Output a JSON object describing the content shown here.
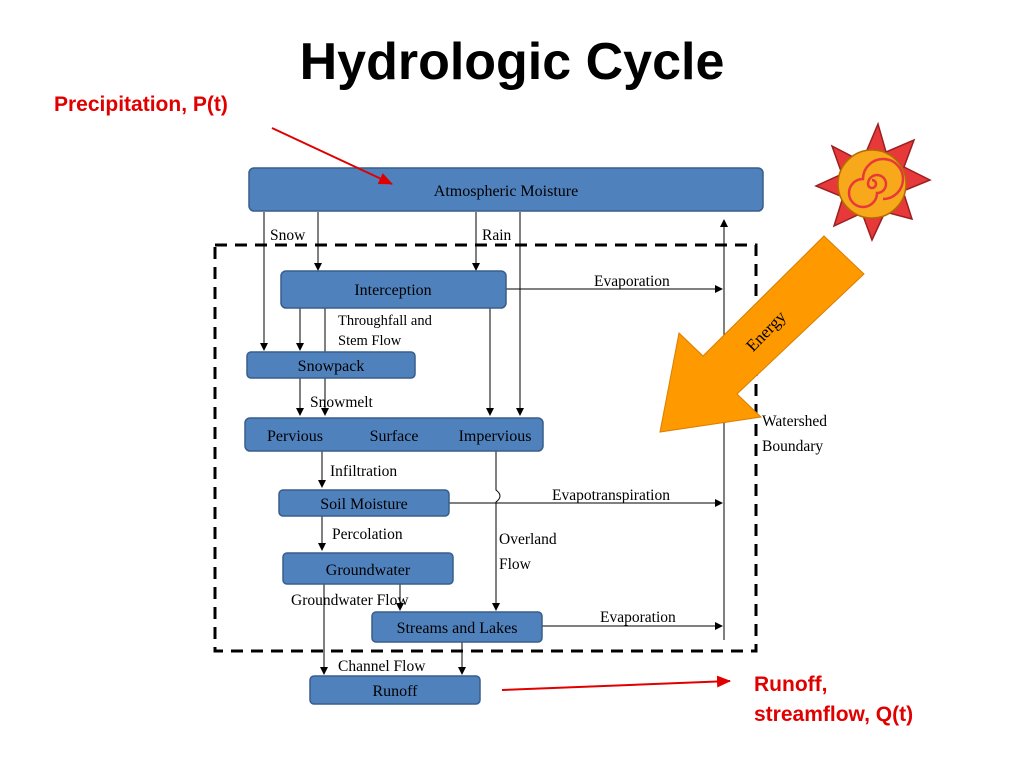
{
  "title": "Hydrologic Cycle",
  "annotations": {
    "precipitation": "Precipitation, P(t)",
    "runoff_line1": "Runoff,",
    "runoff_line2": "streamflow, Q(t)"
  },
  "boxes": {
    "atmospheric_moisture": "Atmospheric Moisture",
    "interception": "Interception",
    "snowpack": "Snowpack",
    "pervious": "Pervious",
    "surface": "Surface",
    "impervious": "Impervious",
    "soil_moisture": "Soil Moisture",
    "groundwater": "Groundwater",
    "streams_and_lakes": "Streams and Lakes",
    "runoff": "Runoff"
  },
  "flow_labels": {
    "snow": "Snow",
    "rain": "Rain",
    "evaporation_top": "Evaporation",
    "throughfall_line1": "Throughfall and",
    "throughfall_line2": "Stem Flow",
    "snowmelt": "Snowmelt",
    "infiltration": "Infiltration",
    "evapotranspiration": "Evapotranspiration",
    "percolation": "Percolation",
    "overland_line1": "Overland",
    "overland_line2": "Flow",
    "groundwater_flow": "Groundwater Flow",
    "evaporation_bottom": "Evaporation",
    "channel_flow": "Channel Flow",
    "watershed_line1": "Watershed",
    "watershed_line2": "Boundary",
    "energy": "Energy"
  },
  "colors": {
    "box_fill": "#4f81bd",
    "box_stroke": "#385d8a",
    "annotation": "#e00000",
    "energy_arrow": "#ff9900",
    "sun_outer": "#e8393a",
    "sun_inner": "#f7a81b"
  }
}
